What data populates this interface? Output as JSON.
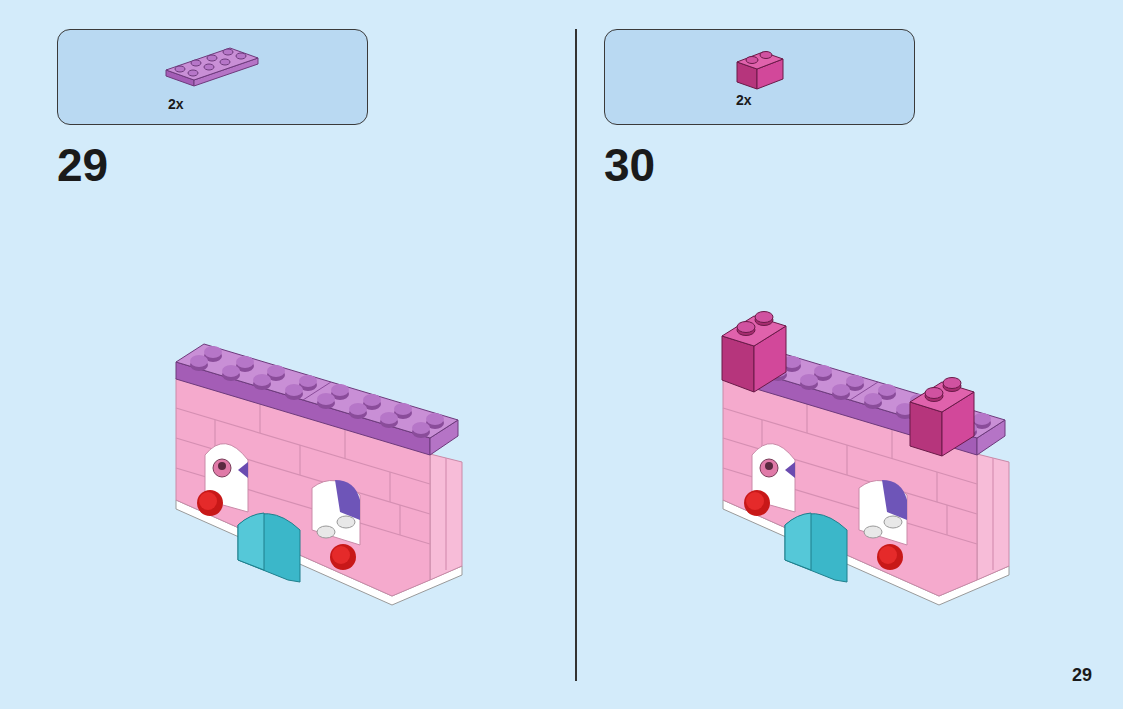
{
  "diagram": {
    "nodes": [
      {
        "text": [
          "2x"
        ]
      },
      {
        "text": [
          "2x"
        ]
      }
    ],
    "labels": [
      "29",
      "30",
      "29"
    ]
  }
}
